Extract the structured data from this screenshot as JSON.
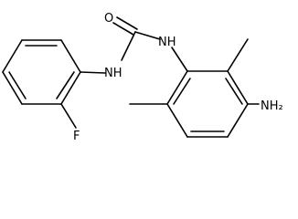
{
  "molecule": {
    "atoms": [
      {
        "id": "O",
        "text": "O"
      },
      {
        "id": "NH1",
        "text": "NH"
      },
      {
        "id": "NH2",
        "text": "NH"
      },
      {
        "id": "F",
        "text": "F"
      },
      {
        "id": "NH2amine",
        "text": "NH₂"
      }
    ]
  },
  "colors": {
    "bond": "#000000",
    "label": "#000000",
    "background": "#ffffff"
  }
}
